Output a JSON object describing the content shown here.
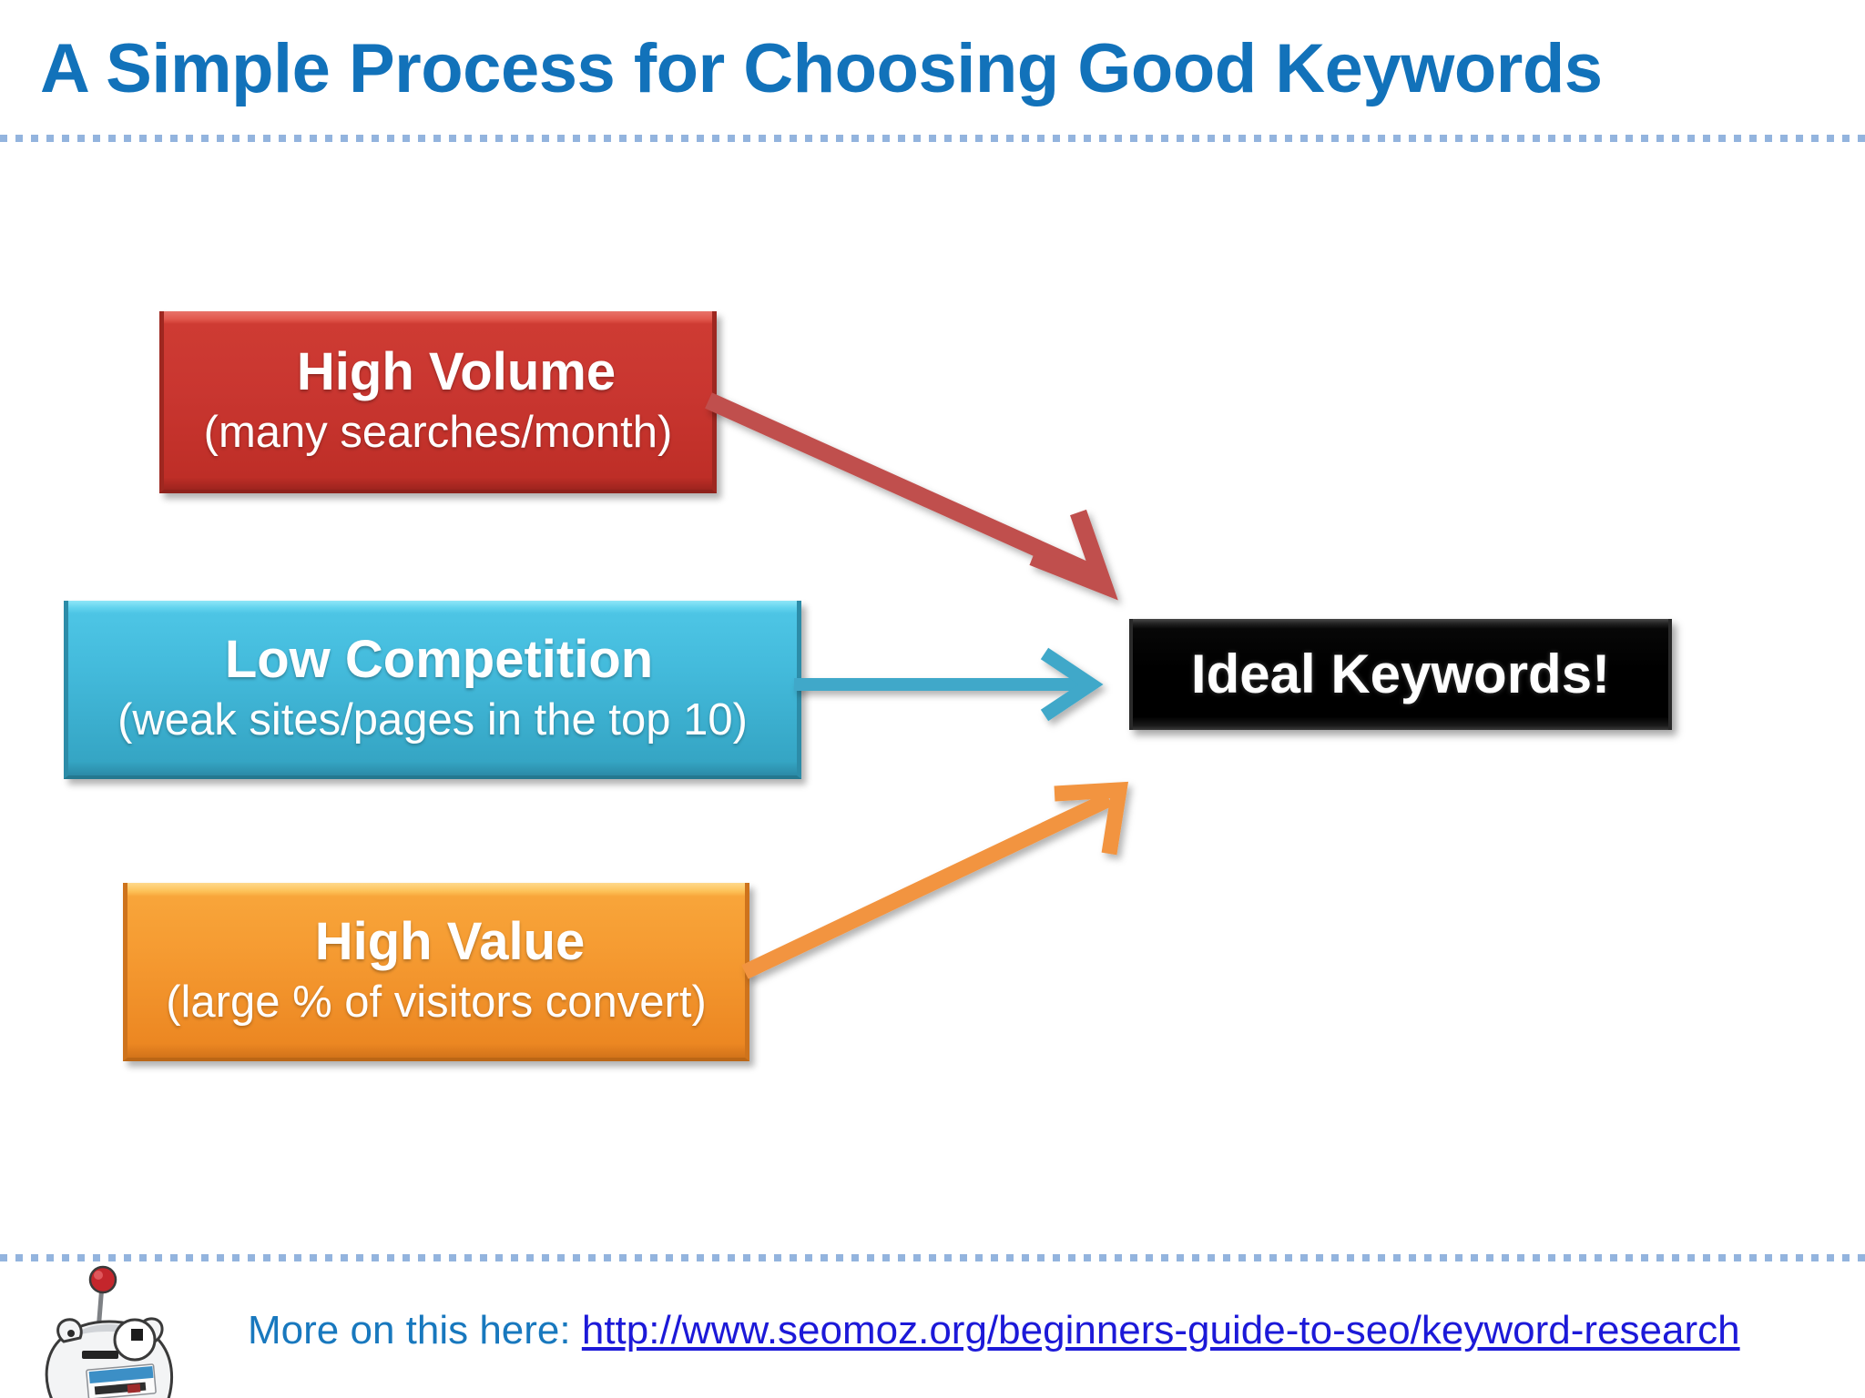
{
  "slide": {
    "title": "A Simple Process for Choosing Good Keywords",
    "title_color": "#1272BA",
    "background": "#ffffff",
    "divider_color": "#93B4DE"
  },
  "diagram": {
    "inputs": [
      {
        "id": "high-volume",
        "title": "High Volume",
        "subtitle": "(many searches/month)",
        "color": "#C93630",
        "arrow_color": "#C0504D",
        "arrow_direction": "down-right"
      },
      {
        "id": "low-competition",
        "title": "Low Competition",
        "subtitle": "(weak sites/pages in the top 10)",
        "color": "#43BADB",
        "arrow_color": "#3FA8C9",
        "arrow_direction": "right"
      },
      {
        "id": "high-value",
        "title": "High Value",
        "subtitle": "(large % of visitors convert)",
        "color": "#F59A31",
        "arrow_color": "#F29440",
        "arrow_direction": "up-right"
      }
    ],
    "result": {
      "id": "ideal-keywords",
      "title": "Ideal Keywords!",
      "color": "#000000"
    }
  },
  "footer": {
    "lead": "More on this here:",
    "lead_color": "#1878BE",
    "link_text": "http://www.seomoz.org/beginners-guide-to-seo/keyword-research",
    "link_color": "#1C19D8",
    "mascot": "seomoz-roger-robot-icon"
  }
}
